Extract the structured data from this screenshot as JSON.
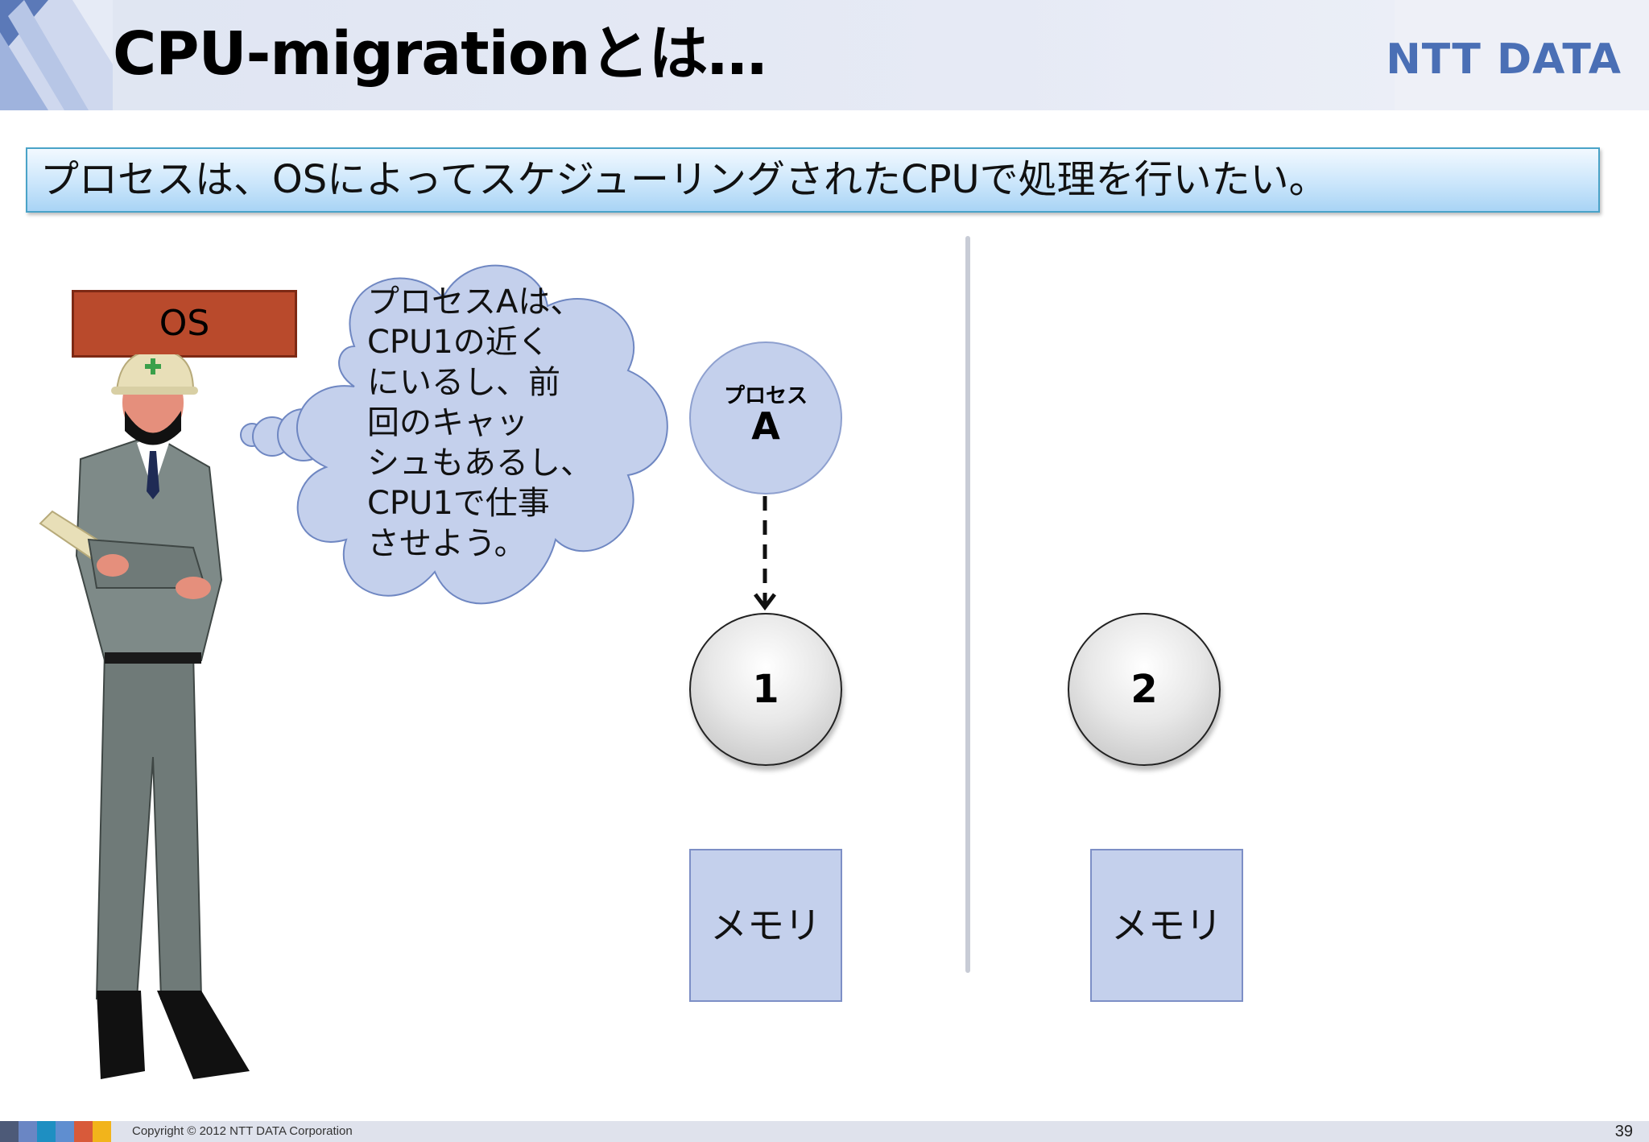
{
  "slide": {
    "title": "CPU-migrationとは…",
    "brand": "NTT DATA",
    "subtitle": "プロセスは、OSによってスケジューリングされたCPUで処理を行いたい。",
    "os_label": "OS",
    "thought_lines": [
      "プロセスAは、",
      "CPU1の近く",
      "にいるし、前",
      "回のキャッ",
      "シュもあるし、",
      "CPU1で仕事",
      "させよう。"
    ],
    "process": {
      "label": "プロセス",
      "name": "A"
    },
    "cpus": [
      "1",
      "2"
    ],
    "memory_label": "メモリ"
  },
  "footer": {
    "copyright": "Copyright © 2012 NTT DATA Corporation",
    "page_number": "39",
    "stripe_colors": [
      "#4d5a78",
      "#6a86c4",
      "#1e8fc2",
      "#5f8ed0",
      "#d85a3a",
      "#f2b41b"
    ]
  },
  "colors": {
    "os_label": "#b94a2c",
    "node_fill": "#c4d0ec",
    "brand": "#4a6fb5"
  },
  "icons": [
    "worker-figure",
    "thought-cloud",
    "dashed-arrow-down"
  ]
}
